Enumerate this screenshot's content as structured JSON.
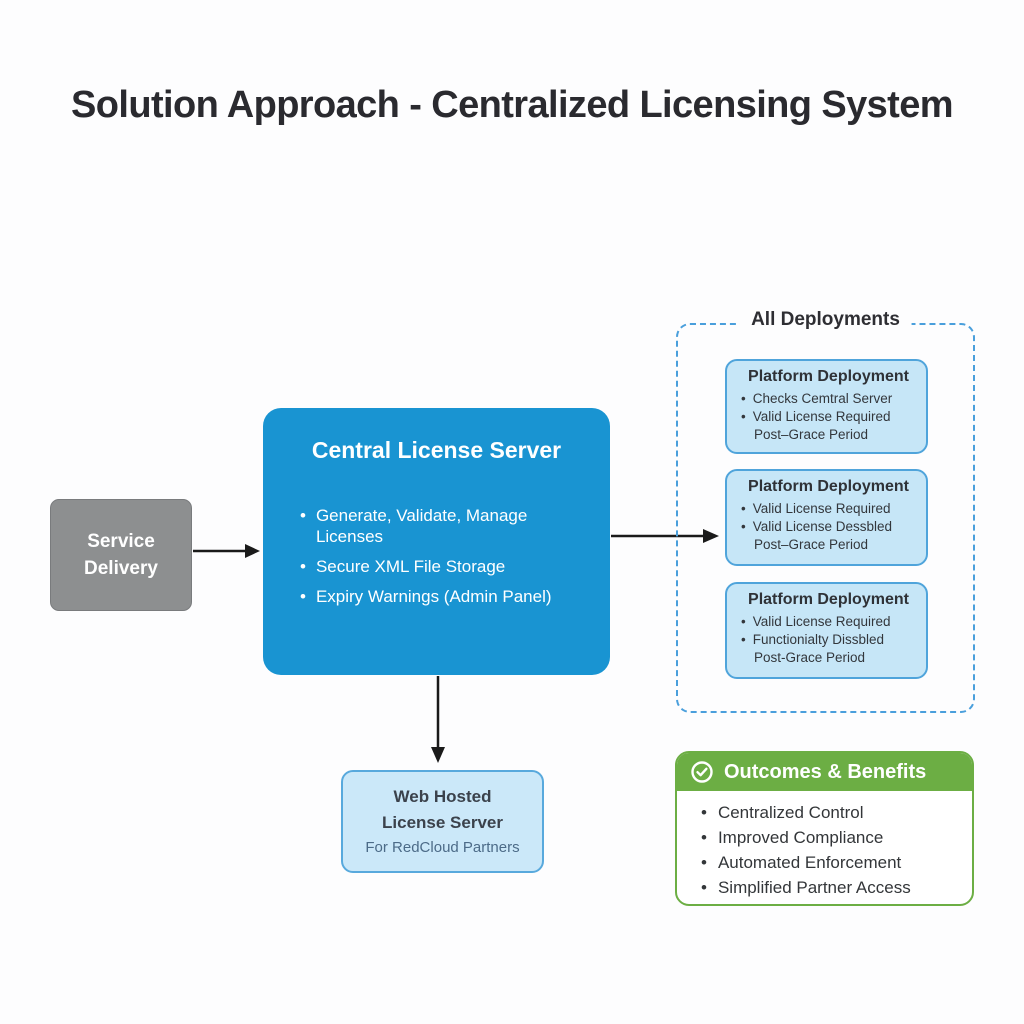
{
  "chars": {
    "bullet": "•"
  },
  "page": {
    "title": "Solution Approach - Centralized Licensing System"
  },
  "service_delivery": {
    "line1": "Service",
    "line2": "Delivery"
  },
  "central_server": {
    "title": "Central License Server",
    "bullets": [
      "Generate, Validate, Manage Licenses",
      "Secure XML File Storage",
      "Expiry Warnings (Admin Panel)"
    ]
  },
  "deployments": {
    "label": "All Deployments",
    "boxes": [
      {
        "title": "Platform Deployment",
        "lines": [
          {
            "text": "Checks Cemtral Server"
          },
          {
            "text": "Valid License Required"
          },
          {
            "text": "Post–Grace Period"
          }
        ]
      },
      {
        "title": "Platform Deployment",
        "lines": [
          {
            "text": "Valid License Required"
          },
          {
            "text": "Valid License Dessbled"
          },
          {
            "text": "Post–Grace Period"
          }
        ]
      },
      {
        "title": "Platform Deployment",
        "lines": [
          {
            "text": "Valid License Required"
          },
          {
            "text": "Functionialty Dissbled"
          },
          {
            "text": "Post-Grace Period"
          }
        ]
      }
    ]
  },
  "web_hosted": {
    "title_line1": "Web Hosted",
    "title_line2": "License Server",
    "subtitle": "For RedCloud Partners"
  },
  "outcomes": {
    "title": "Outcomes & Benefits",
    "icon": "check-circle",
    "bullets": [
      "Centralized Control",
      "Improved Compliance",
      "Automated Enforcement",
      "Simplified Partner Access"
    ]
  },
  "colors": {
    "central_blue": "#1994d2",
    "light_blue_fill": "#c6e6f7",
    "light_blue_border": "#4fa4db",
    "dashed_border": "#4a9fdc",
    "green": "#6cae44",
    "gray_box": "#8d8f90",
    "arrow": "#1a1a1a",
    "title_text": "#2a2a2f"
  }
}
